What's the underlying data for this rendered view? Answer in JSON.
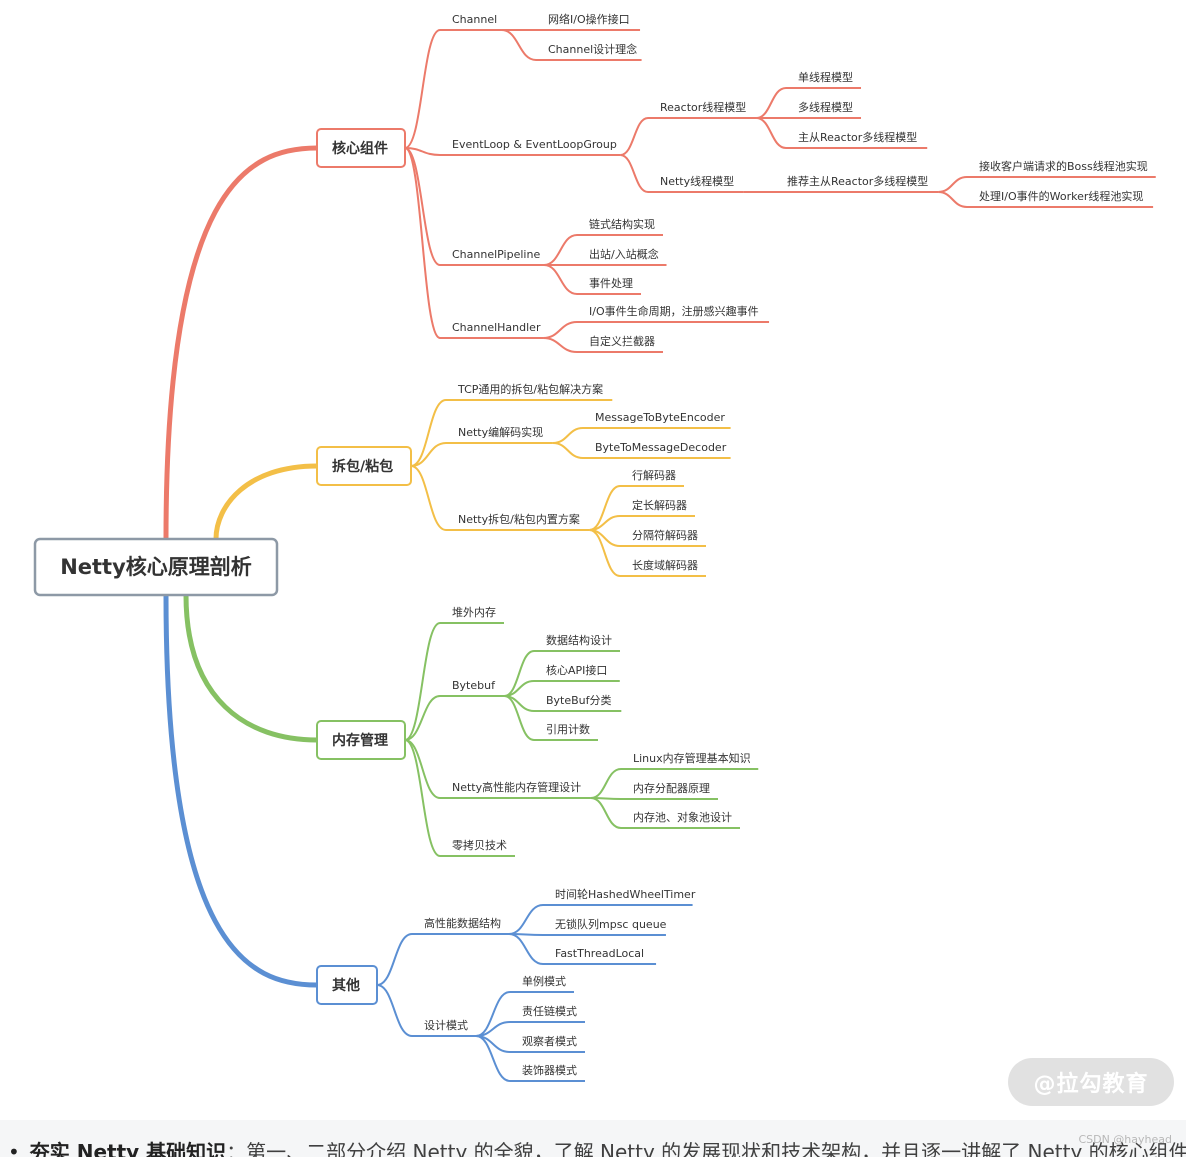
{
  "mindmap": {
    "root": "Netty核心原理剖析",
    "colors": {
      "root_border": "#8d99a6",
      "core": "#ec7a6a",
      "packet": "#f3bf47",
      "memory": "#86c163",
      "other": "#5b8fd3"
    },
    "branches": [
      {
        "label": "核心组件",
        "color": "core",
        "children": [
          {
            "label": "Channel",
            "children": [
              {
                "label": "网络I/O操作接口"
              },
              {
                "label": "Channel设计理念"
              }
            ]
          },
          {
            "label": "EventLoop & EventLoopGroup",
            "children": [
              {
                "label": "Reactor线程模型",
                "children": [
                  {
                    "label": "单线程模型"
                  },
                  {
                    "label": "多线程模型"
                  },
                  {
                    "label": "主从Reactor多线程模型"
                  }
                ]
              },
              {
                "label": "Netty线程模型",
                "children": [
                  {
                    "label": "推荐主从Reactor多线程模型",
                    "children": [
                      {
                        "label": "接收客户端请求的Boss线程池实现"
                      },
                      {
                        "label": "处理I/O事件的Worker线程池实现"
                      }
                    ]
                  }
                ]
              }
            ]
          },
          {
            "label": "ChannelPipeline",
            "children": [
              {
                "label": "链式结构实现"
              },
              {
                "label": "出站/入站概念"
              },
              {
                "label": "事件处理"
              }
            ]
          },
          {
            "label": "ChannelHandler",
            "children": [
              {
                "label": "I/O事件生命周期，注册感兴趣事件"
              },
              {
                "label": "自定义拦截器"
              }
            ]
          }
        ]
      },
      {
        "label": "拆包/粘包",
        "color": "packet",
        "children": [
          {
            "label": "TCP通用的拆包/粘包解决方案"
          },
          {
            "label": "Netty编解码实现",
            "children": [
              {
                "label": "MessageToByteEncoder"
              },
              {
                "label": "ByteToMessageDecoder"
              }
            ]
          },
          {
            "label": "Netty拆包/粘包内置方案",
            "children": [
              {
                "label": "行解码器"
              },
              {
                "label": "定长解码器"
              },
              {
                "label": "分隔符解码器"
              },
              {
                "label": "长度域解码器"
              }
            ]
          }
        ]
      },
      {
        "label": "内存管理",
        "color": "memory",
        "children": [
          {
            "label": "堆外内存"
          },
          {
            "label": "Bytebuf",
            "children": [
              {
                "label": "数据结构设计"
              },
              {
                "label": "核心API接口"
              },
              {
                "label": "ByteBuf分类"
              },
              {
                "label": "引用计数"
              }
            ]
          },
          {
            "label": "Netty高性能内存管理设计",
            "children": [
              {
                "label": "Linux内存管理基本知识"
              },
              {
                "label": "内存分配器原理"
              },
              {
                "label": "内存池、对象池设计"
              }
            ]
          },
          {
            "label": "零拷贝技术"
          }
        ]
      },
      {
        "label": "其他",
        "color": "other",
        "children": [
          {
            "label": "高性能数据结构",
            "children": [
              {
                "label": "时间轮HashedWheelTimer"
              },
              {
                "label": "无锁队列mpsc queue"
              },
              {
                "label": "FastThreadLocal"
              }
            ]
          },
          {
            "label": "设计模式",
            "children": [
              {
                "label": "单例模式"
              },
              {
                "label": "责任链模式"
              },
              {
                "label": "观察者模式"
              },
              {
                "label": "装饰器模式"
              }
            ]
          }
        ]
      }
    ]
  },
  "watermark": "@拉勾教育",
  "bottom_text": {
    "bold": "夯实 Netty 基础知识",
    "rest": "：第一、二部分介绍 Netty 的全貌，了解 Netty 的发展现状和技术架构，并且逐一讲解了 Netty 的核心组件原"
  },
  "csdn_credit": "CSDN @hayhead"
}
